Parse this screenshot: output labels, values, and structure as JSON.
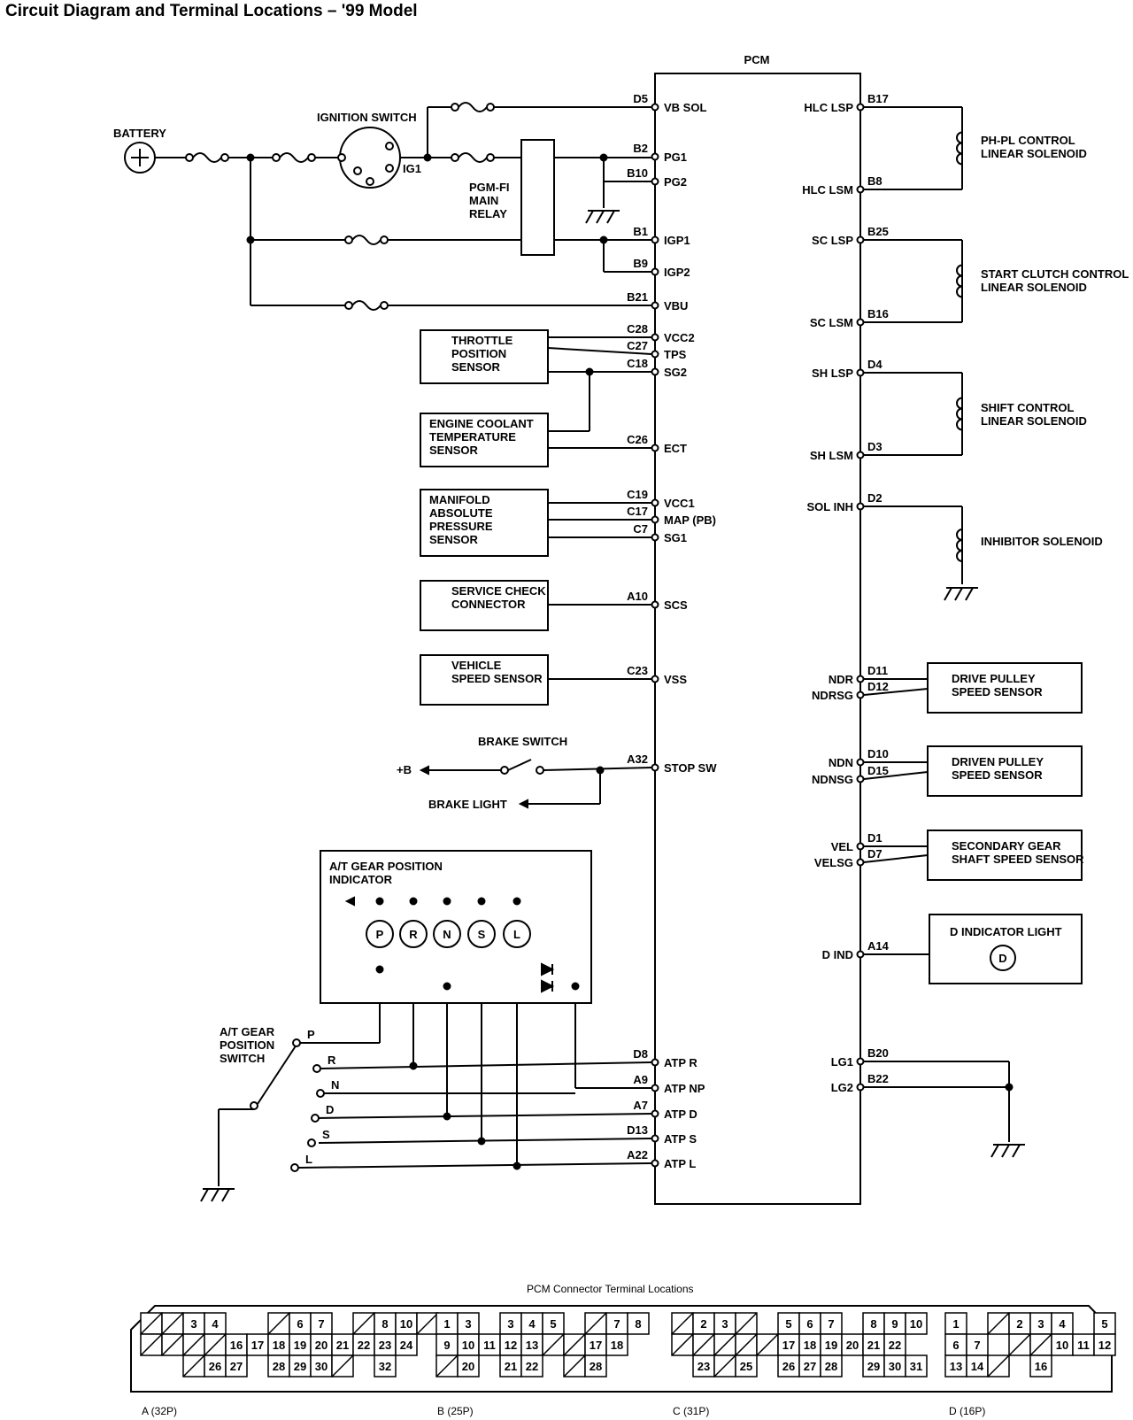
{
  "title": "Circuit Diagram and Terminal Locations – '99 Model",
  "pcm_label": "PCM",
  "battery": "BATTERY",
  "ignition_switch": "IGNITION SWITCH",
  "ig1": "IG1",
  "relay": [
    "PGM-FI",
    "MAIN",
    "RELAY"
  ],
  "left_pins": [
    {
      "code": "D5",
      "name": "VB SOL"
    },
    {
      "code": "B2",
      "name": "PG1"
    },
    {
      "code": "B10",
      "name": "PG2"
    },
    {
      "code": "B1",
      "name": "IGP1"
    },
    {
      "code": "B9",
      "name": "IGP2"
    },
    {
      "code": "B21",
      "name": "VBU"
    },
    {
      "code": "C28",
      "name": "VCC2"
    },
    {
      "code": "C27",
      "name": "TPS"
    },
    {
      "code": "C18",
      "name": "SG2"
    },
    {
      "code": "C26",
      "name": "ECT"
    },
    {
      "code": "C19",
      "name": "VCC1"
    },
    {
      "code": "C17",
      "name": "MAP (PB)"
    },
    {
      "code": "C7",
      "name": "SG1"
    },
    {
      "code": "A10",
      "name": "SCS"
    },
    {
      "code": "C23",
      "name": "VSS"
    },
    {
      "code": "A32",
      "name": "STOP SW"
    },
    {
      "code": "D8",
      "name": "ATP R"
    },
    {
      "code": "A9",
      "name": "ATP NP"
    },
    {
      "code": "A7",
      "name": "ATP D"
    },
    {
      "code": "D13",
      "name": "ATP S"
    },
    {
      "code": "A22",
      "name": "ATP L"
    }
  ],
  "right_pins": [
    {
      "code": "B17",
      "name": "HLC LSP"
    },
    {
      "code": "B8",
      "name": "HLC LSM"
    },
    {
      "code": "B25",
      "name": "SC LSP"
    },
    {
      "code": "B16",
      "name": "SC LSM"
    },
    {
      "code": "D4",
      "name": "SH LSP"
    },
    {
      "code": "D3",
      "name": "SH LSM"
    },
    {
      "code": "D2",
      "name": "SOL INH"
    },
    {
      "code": "D11",
      "name": "NDR"
    },
    {
      "code": "D12",
      "name": "NDRSG"
    },
    {
      "code": "D10",
      "name": "NDN"
    },
    {
      "code": "D15",
      "name": "NDNSG"
    },
    {
      "code": "D1",
      "name": "VEL"
    },
    {
      "code": "D7",
      "name": "VELSG"
    },
    {
      "code": "A14",
      "name": "D IND"
    },
    {
      "code": "B20",
      "name": "LG1"
    },
    {
      "code": "B22",
      "name": "LG2"
    }
  ],
  "sensors": {
    "tps": [
      "THROTTLE",
      "POSITION",
      "SENSOR"
    ],
    "ect": [
      "ENGINE COOLANT",
      "TEMPERATURE",
      "SENSOR"
    ],
    "map": [
      "MANIFOLD",
      "ABSOLUTE",
      "PRESSURE",
      "SENSOR"
    ],
    "scs": [
      "SERVICE CHECK",
      "CONNECTOR"
    ],
    "vss": [
      "VEHICLE",
      "SPEED SENSOR"
    ]
  },
  "solenoids": {
    "phpl": [
      "PH-PL CONTROL",
      "LINEAR SOLENOID"
    ],
    "start": [
      "START CLUTCH CONTROL",
      "LINEAR SOLENOID"
    ],
    "shift": [
      "SHIFT CONTROL",
      "LINEAR SOLENOID"
    ],
    "inhibitor": "INHIBITOR SOLENOID"
  },
  "speed_sensors": {
    "drive": [
      "DRIVE PULLEY",
      "SPEED SENSOR"
    ],
    "driven": [
      "DRIVEN PULLEY",
      "SPEED SENSOR"
    ],
    "secondary": [
      "SECONDARY GEAR",
      "SHAFT SPEED SENSOR"
    ]
  },
  "d_indicator": "D INDICATOR LIGHT",
  "d_symbol": "D",
  "brake": {
    "switch": "BRAKE SWITCH",
    "plus_b": "+B",
    "light": "BRAKE LIGHT"
  },
  "indicator": {
    "title": [
      "A/T GEAR POSITION",
      "INDICATOR"
    ],
    "letters": [
      "P",
      "R",
      "N",
      "S",
      "L"
    ]
  },
  "gear_switch": {
    "label": [
      "A/T GEAR",
      "POSITION",
      "SWITCH"
    ],
    "positions": [
      "P",
      "R",
      "N",
      "D",
      "S",
      "L"
    ]
  },
  "connector": {
    "title": "PCM Connector Terminal Locations",
    "labels": [
      "A (32P)",
      "B (25P)",
      "C (31P)",
      "D (16P)"
    ],
    "A": {
      "r1": [
        "/",
        "/",
        "3",
        "4",
        "",
        "",
        "/",
        "6",
        "7",
        "",
        "/",
        "8",
        "10",
        "/"
      ],
      "r2": [
        "/",
        "/",
        "/",
        "/",
        "16",
        "17",
        "18",
        "19",
        "20",
        "21",
        "22",
        "23",
        "24"
      ],
      "r3": [
        "",
        "",
        "/",
        "26",
        "27",
        "",
        "28",
        "29",
        "30",
        "/",
        "",
        "32",
        ""
      ]
    },
    "B": {
      "r1": [
        "1",
        "3",
        "",
        "3",
        "4",
        "5",
        "",
        "/",
        "7",
        "8"
      ],
      "r2": [
        "9",
        "10",
        "11",
        "12",
        "13",
        "/",
        "/",
        "17",
        "18"
      ],
      "r3": [
        "/",
        "20",
        "",
        "21",
        "22",
        "",
        "/",
        "28"
      ]
    },
    "C": {
      "r1": [
        "/",
        "2",
        "3",
        "/",
        "",
        "5",
        "6",
        "7",
        "",
        "8",
        "9",
        "10"
      ],
      "r2": [
        "/",
        "/",
        "/",
        "/",
        "/",
        "17",
        "18",
        "19",
        "20",
        "21",
        "22"
      ],
      "r3": [
        "",
        "23",
        "/",
        "25",
        "",
        "26",
        "27",
        "28",
        "",
        "29",
        "30",
        "31"
      ]
    },
    "D": {
      "r1": [
        "1",
        "",
        "/",
        "2",
        "3",
        "4",
        "",
        "5"
      ],
      "r2": [
        "6",
        "7",
        "",
        "/",
        "/",
        "10",
        "11",
        "12"
      ],
      "r3": [
        "13",
        "14",
        "/",
        "",
        "16",
        ""
      ]
    }
  }
}
